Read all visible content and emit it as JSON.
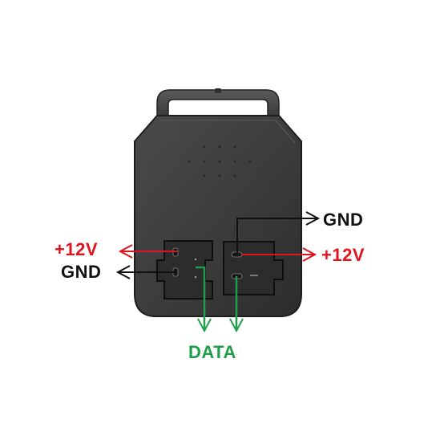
{
  "labels": {
    "left_power": "+12V",
    "left_ground": "GND",
    "right_ground": "GND",
    "right_power": "+12V",
    "data": "DATA"
  },
  "colors": {
    "power": "#e0141e",
    "ground": "#111111",
    "data": "#1e9e4a",
    "housing": "#3a3a3a",
    "housing_edge": "#1e1e1e",
    "handle": "#4a4a4a"
  },
  "icons": {
    "device": "black-box-device-with-handle",
    "arrows": "outlined-arrowhead"
  }
}
